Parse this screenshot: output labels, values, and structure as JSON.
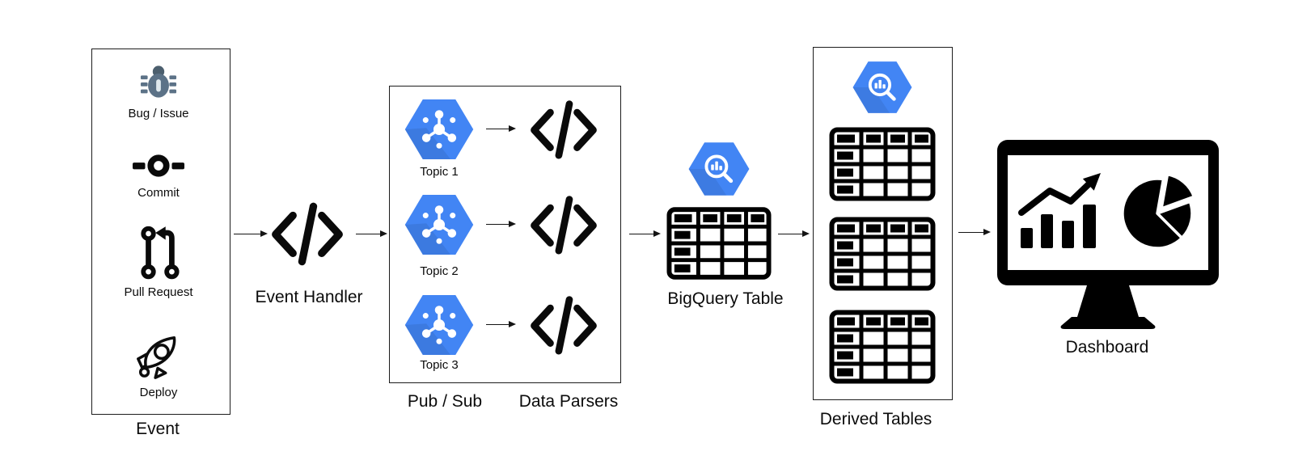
{
  "colors": {
    "gcp_blue": "#4285F4",
    "bug_body": "#5C7287",
    "bug_head": "#4C5F6E",
    "ink": "#111111"
  },
  "icons": {
    "bug-icon": "bug / issue",
    "commit-icon": "git commit node",
    "pull-request-icon": "git pull request branch",
    "deploy-icon": "rocket outline",
    "code-icon": "code brackets </>",
    "pubsub-topic-icon": "Google Cloud Pub/Sub blue hexagon",
    "bigquery-icon": "Google BigQuery blue hexagon with magnifier",
    "table-icon": "data table grid with filled header row and first column",
    "dashboard-icon": "monitor showing bar chart, trend arrow and pie chart"
  },
  "event_group": {
    "caption": "Event",
    "items": [
      {
        "label": "Bug / Issue"
      },
      {
        "label": "Commit"
      },
      {
        "label": "Pull Request"
      },
      {
        "label": "Deploy"
      }
    ]
  },
  "event_handler": {
    "caption": "Event Handler"
  },
  "pubsub_group": {
    "caption": "Pub / Sub",
    "parsers_caption": "Data Parsers",
    "topics": [
      {
        "label": "Topic 1"
      },
      {
        "label": "Topic 2"
      },
      {
        "label": "Topic 3"
      }
    ]
  },
  "bigquery": {
    "caption": "BigQuery Table"
  },
  "derived_tables": {
    "caption": "Derived Tables"
  },
  "dashboard": {
    "caption": "Dashboard"
  }
}
